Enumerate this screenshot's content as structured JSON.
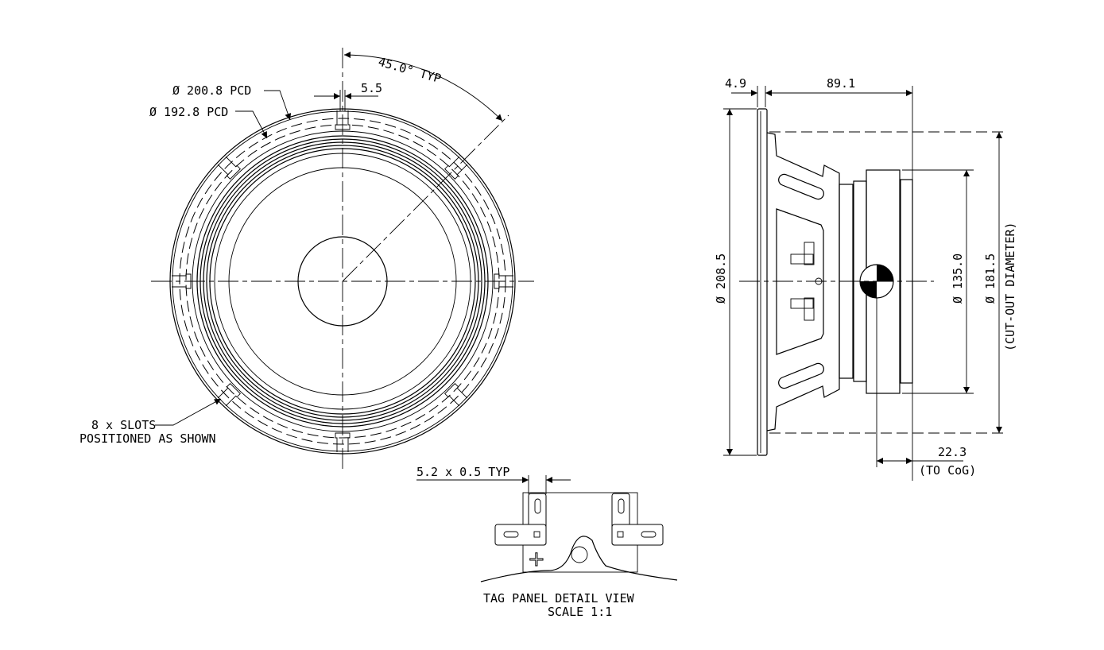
{
  "front_view": {
    "angle_label": "45.0° TYP",
    "slot_width_label": "5.5",
    "pcd_outer_label": "Ø 200.8 PCD",
    "pcd_inner_label": "Ø 192.8 PCD",
    "slots_line1": "8 x SLOTS",
    "slots_line2": "POSITIONED AS SHOWN"
  },
  "side_view": {
    "flange_thickness": "4.9",
    "depth": "89.1",
    "outer_diameter": "Ø 208.5",
    "magnet_diameter": "Ø 135.0",
    "cutout_diameter": "Ø 181.5",
    "cutout_label": "(CUT-OUT DIAMETER)",
    "cog_distance": "22.3",
    "cog_label": "(TO CoG)"
  },
  "tag_panel": {
    "tag_size_label": "5.2 x 0.5 TYP",
    "title": "TAG PANEL DETAIL VIEW",
    "scale": "SCALE 1:1",
    "polarity_symbol": "+"
  }
}
